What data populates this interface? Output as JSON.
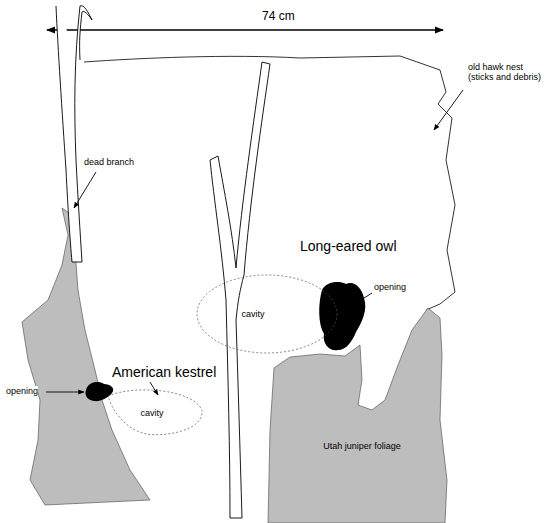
{
  "diagram": {
    "nodes": [
      {
        "text": [
          "cavity"
        ]
      },
      {
        "text": [
          "cavity"
        ]
      },
      {
        "text": [
          "Utah juniper foliage"
        ]
      }
    ],
    "labels": [
      "74 cm",
      "dead branch",
      "old hawk nest (sticks and debris)",
      "Long-eared owl",
      "opening",
      "American kestrel",
      "opening"
    ]
  }
}
